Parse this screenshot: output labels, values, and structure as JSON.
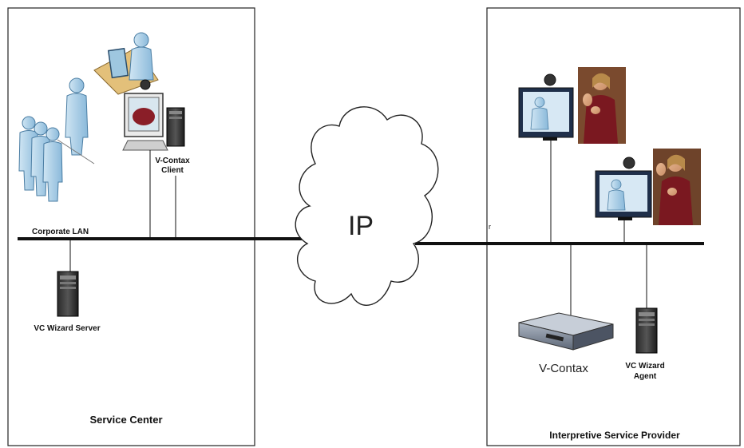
{
  "diagram": {
    "service_center": {
      "title": "Service Center",
      "lan_label": "Corporate LAN",
      "client_label_line1": "V-Contax",
      "client_label_line2": "Client",
      "server_label": "VC Wizard Server"
    },
    "cloud": {
      "label": "IP"
    },
    "provider": {
      "title": "Interpretive Service Provider",
      "device_label": "V-Contax",
      "agent_label_line1": "VC Wizard",
      "agent_label_line2": "Agent",
      "stray_mark": "r"
    },
    "colors": {
      "person": "#a9cfe6",
      "person_stroke": "#4a7da3",
      "monitor": "#1f2f4a",
      "line": "#111111",
      "interpreter_bg": "#7a4a2e",
      "interpreter_shirt": "#7a1820"
    }
  }
}
